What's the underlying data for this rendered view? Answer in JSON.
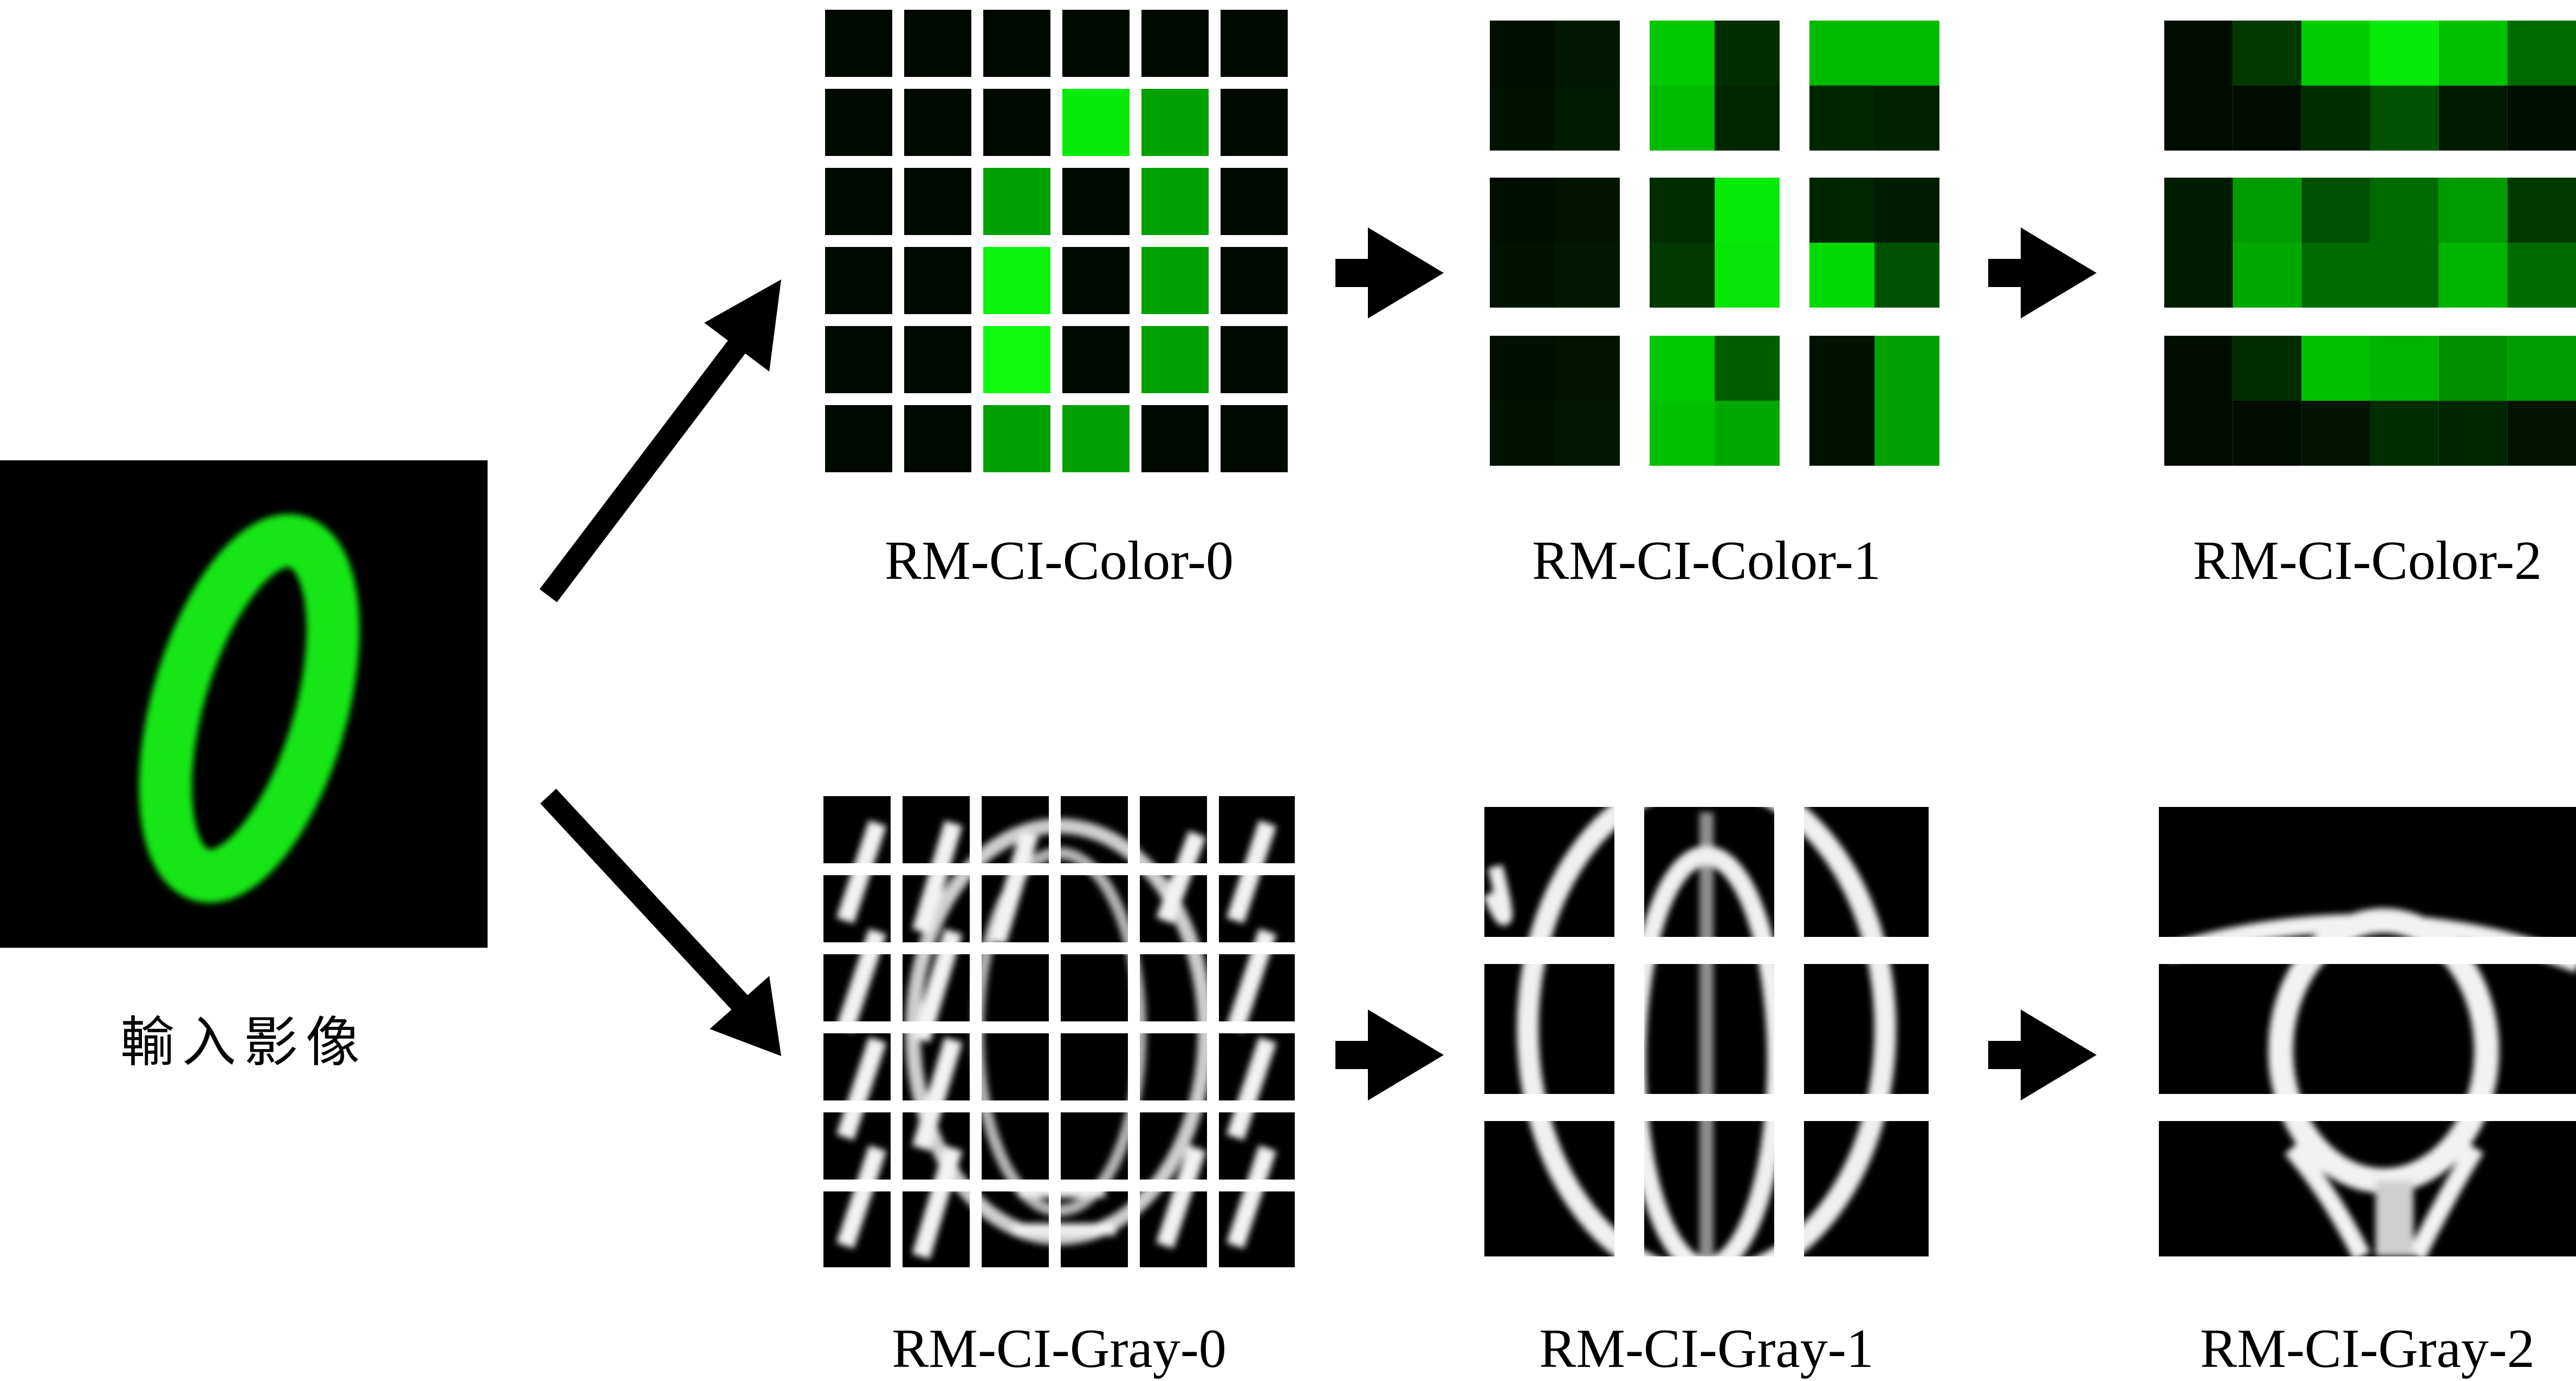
{
  "input_label": "輸入影像",
  "color_labels": [
    "RM-CI-Color-0",
    "RM-CI-Color-1",
    "RM-CI-Color-2"
  ],
  "gray_labels": [
    "RM-CI-Gray-0",
    "RM-CI-Gray-1",
    "RM-CI-Gray-2"
  ],
  "colors": {
    "background": "#ffffff",
    "digit_green": "#19e619",
    "panel_black": "#000000",
    "arrow": "#000000"
  },
  "color_0_cells": [
    [
      0,
      0,
      0,
      0,
      0,
      0
    ],
    [
      0,
      0,
      0,
      0.92,
      0.62,
      0
    ],
    [
      0,
      0,
      0.62,
      0,
      0.62,
      0
    ],
    [
      0,
      0,
      0.95,
      0,
      0.62,
      0
    ],
    [
      0,
      0,
      0.98,
      0,
      0.62,
      0
    ],
    [
      0,
      0,
      0.62,
      0.62,
      0,
      0
    ]
  ],
  "color_1_blocks": [
    [
      [
        [
          0.03,
          0.07
        ],
        [
          0.04,
          0.08
        ]
      ],
      [
        [
          0.78,
          0.15
        ],
        [
          0.72,
          0.12
        ]
      ],
      [
        [
          0.72,
          0.72
        ],
        [
          0.12,
          0.1
        ]
      ]
    ],
    [
      [
        [
          0.03,
          0.05
        ],
        [
          0.04,
          0.07
        ]
      ],
      [
        [
          0.15,
          0.92
        ],
        [
          0.2,
          0.9
        ]
      ],
      [
        [
          0.12,
          0.08
        ],
        [
          0.85,
          0.3
        ]
      ]
    ],
    [
      [
        [
          0.03,
          0.05
        ],
        [
          0.04,
          0.07
        ]
      ],
      [
        [
          0.78,
          0.35
        ],
        [
          0.75,
          0.65
        ]
      ],
      [
        [
          0.04,
          0.62
        ],
        [
          0.04,
          0.62
        ]
      ]
    ]
  ],
  "color_2_bands": [
    [
      [
        0.02,
        0.2,
        0.8,
        0.92,
        0.75,
        0.4
      ],
      [
        0.02,
        0.02,
        0.15,
        0.3,
        0.08,
        0.03
      ]
    ],
    [
      [
        0.08,
        0.6,
        0.3,
        0.4,
        0.6,
        0.2
      ],
      [
        0.08,
        0.65,
        0.4,
        0.4,
        0.7,
        0.4
      ]
    ],
    [
      [
        0.02,
        0.15,
        0.75,
        0.7,
        0.55,
        0.6
      ],
      [
        0.02,
        0.02,
        0.05,
        0.15,
        0.12,
        0.05
      ]
    ]
  ]
}
